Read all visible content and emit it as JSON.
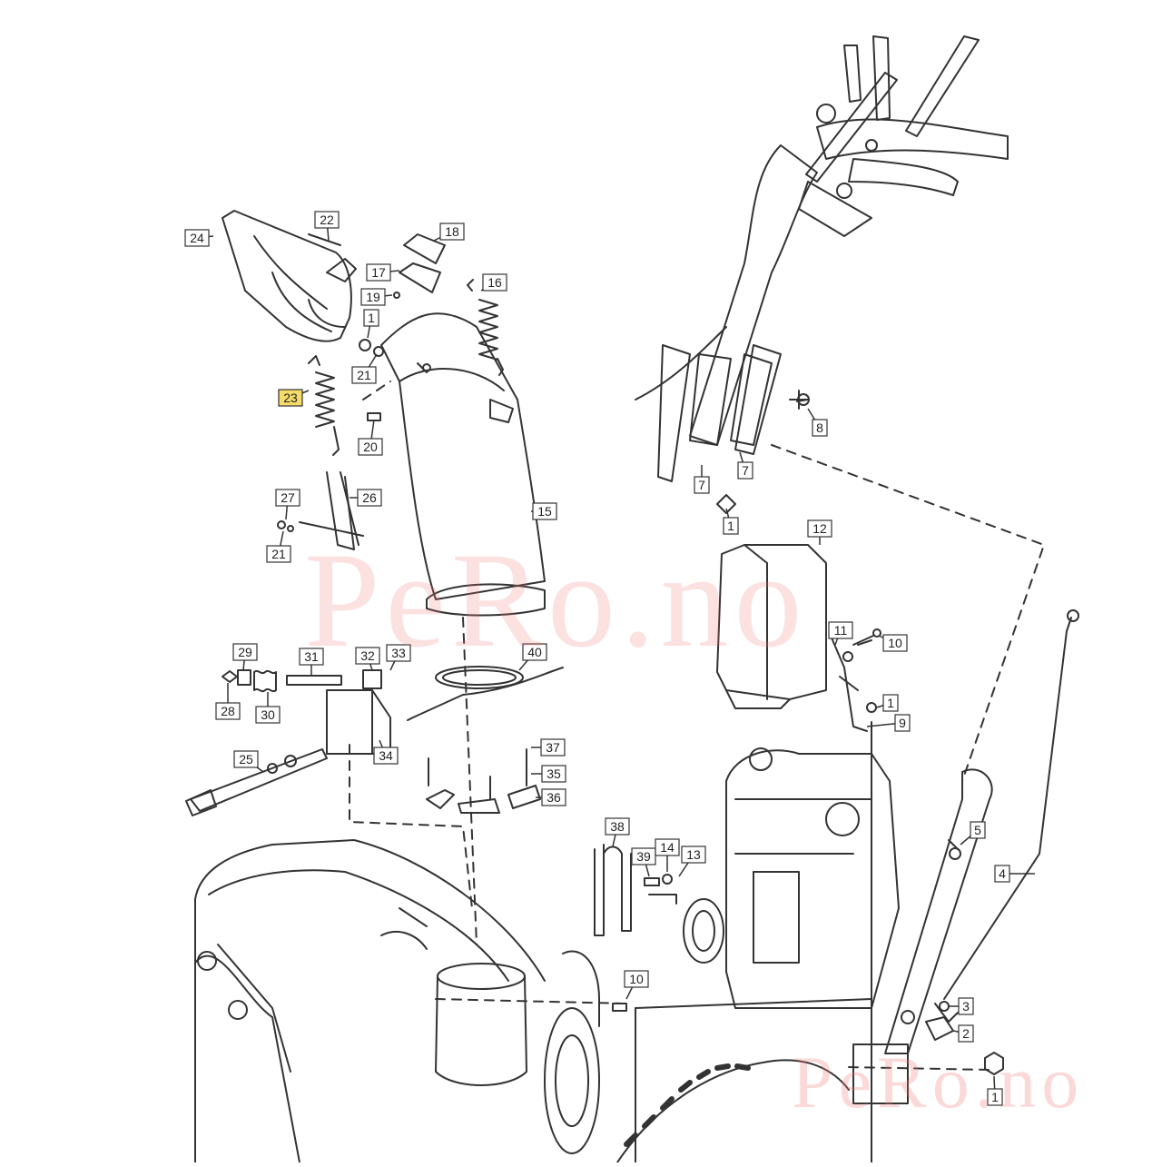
{
  "diagram": {
    "highlight_color": "#f5dc6a",
    "line_color": "#333333",
    "watermark_color": "#f08080",
    "watermarks": [
      "PeRo.no",
      "PeRo.no"
    ],
    "highlighted_part": "23",
    "callouts": [
      {
        "id": "c24",
        "label": "24"
      },
      {
        "id": "c22",
        "label": "22"
      },
      {
        "id": "c18",
        "label": "18"
      },
      {
        "id": "c17",
        "label": "17"
      },
      {
        "id": "c19",
        "label": "19"
      },
      {
        "id": "c16",
        "label": "16"
      },
      {
        "id": "c1a",
        "label": "1"
      },
      {
        "id": "c21a",
        "label": "21"
      },
      {
        "id": "c23",
        "label": "23"
      },
      {
        "id": "c20",
        "label": "20"
      },
      {
        "id": "c27",
        "label": "27"
      },
      {
        "id": "c26",
        "label": "26"
      },
      {
        "id": "c21b",
        "label": "21"
      },
      {
        "id": "c15",
        "label": "15"
      },
      {
        "id": "c8",
        "label": "8"
      },
      {
        "id": "c7a",
        "label": "7"
      },
      {
        "id": "c7b",
        "label": "7"
      },
      {
        "id": "c1b",
        "label": "1"
      },
      {
        "id": "c12",
        "label": "12"
      },
      {
        "id": "c11",
        "label": "11"
      },
      {
        "id": "c10a",
        "label": "10"
      },
      {
        "id": "c1c",
        "label": "1"
      },
      {
        "id": "c9",
        "label": "9"
      },
      {
        "id": "c29",
        "label": "29"
      },
      {
        "id": "c31",
        "label": "31"
      },
      {
        "id": "c32",
        "label": "32"
      },
      {
        "id": "c33",
        "label": "33"
      },
      {
        "id": "c40",
        "label": "40"
      },
      {
        "id": "c28",
        "label": "28"
      },
      {
        "id": "c30",
        "label": "30"
      },
      {
        "id": "c34",
        "label": "34"
      },
      {
        "id": "c25",
        "label": "25"
      },
      {
        "id": "c37",
        "label": "37"
      },
      {
        "id": "c35",
        "label": "35"
      },
      {
        "id": "c36",
        "label": "36"
      },
      {
        "id": "c38",
        "label": "38"
      },
      {
        "id": "c39",
        "label": "39"
      },
      {
        "id": "c14",
        "label": "14"
      },
      {
        "id": "c13",
        "label": "13"
      },
      {
        "id": "c5",
        "label": "5"
      },
      {
        "id": "c4",
        "label": "4"
      },
      {
        "id": "c10b",
        "label": "10"
      },
      {
        "id": "c3",
        "label": "3"
      },
      {
        "id": "c2",
        "label": "2"
      },
      {
        "id": "c1d",
        "label": "1"
      }
    ]
  }
}
